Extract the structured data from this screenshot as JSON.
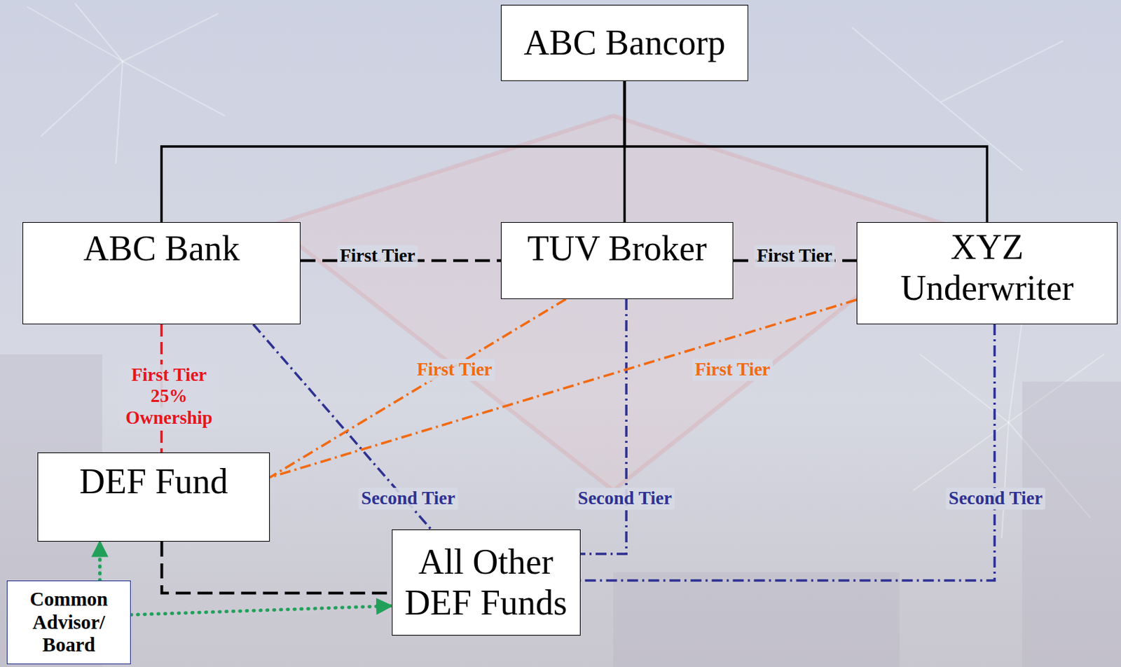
{
  "diagram": {
    "nodes": [
      {
        "text": [
          "ABC Bancorp"
        ]
      },
      {
        "text": [
          "ABC Bank"
        ]
      },
      {
        "text": [
          "TUV Broker"
        ]
      },
      {
        "text": [
          "XYZ Underwriter"
        ]
      },
      {
        "text": [
          "DEF Fund"
        ]
      },
      {
        "text": [
          "All Other DEF Funds"
        ]
      },
      {
        "text": [
          "Common Advisor/ Board"
        ]
      }
    ],
    "edges": [
      {
        "from": 0,
        "to": 1,
        "arrow": "none"
      },
      {
        "from": 0,
        "to": 2,
        "arrow": "none"
      },
      {
        "from": 0,
        "to": 3,
        "arrow": "none"
      },
      {
        "from": 1,
        "to": 2,
        "label": "First Tier",
        "arrow": "none"
      },
      {
        "from": 2,
        "to": 3,
        "label": "First Tier",
        "arrow": "none"
      },
      {
        "from": 1,
        "to": 4,
        "label": "First Tier 25% Ownership",
        "arrow": "none"
      },
      {
        "from": 1,
        "to": 5,
        "label": "Second Tier",
        "arrow": "none"
      },
      {
        "from": 2,
        "to": 5,
        "label": "Second Tier",
        "arrow": "none"
      },
      {
        "from": 3,
        "to": 5,
        "label": "Second Tier",
        "arrow": "none"
      },
      {
        "from": 2,
        "to": 4,
        "label": "First Tier",
        "arrow": "none"
      },
      {
        "from": 3,
        "to": 4,
        "label": "First Tier",
        "arrow": "none"
      },
      {
        "from": 4,
        "to": 5,
        "arrow": "none"
      },
      {
        "from": 6,
        "to": 4,
        "arrow": "to"
      },
      {
        "from": 6,
        "to": 5,
        "arrow": "to"
      }
    ]
  }
}
